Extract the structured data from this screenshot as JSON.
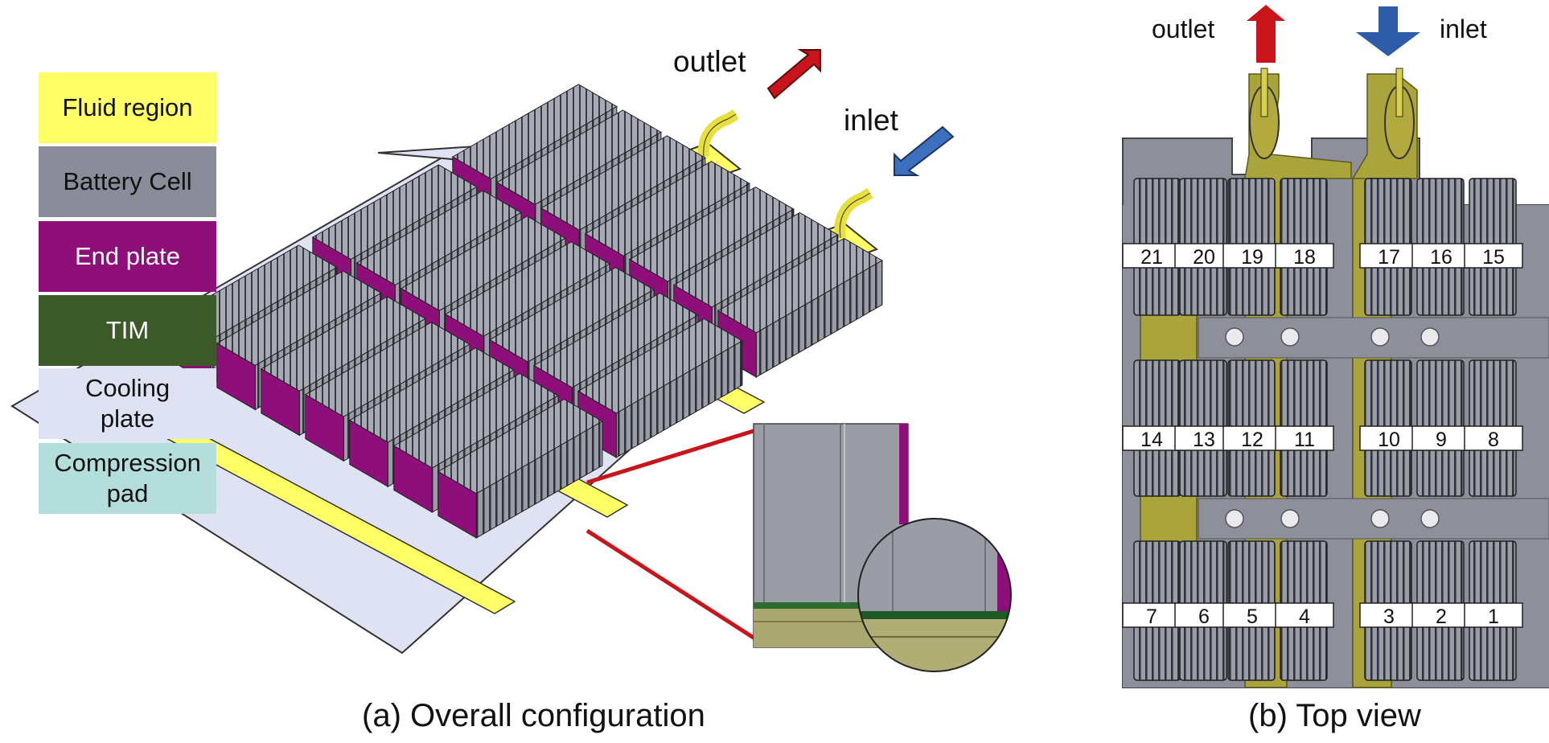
{
  "legend": [
    {
      "label": "Fluid region",
      "color": "#ffff66",
      "text_color": "#111111"
    },
    {
      "label": "Battery Cell",
      "color": "#8a8c99",
      "text_color": "#111111"
    },
    {
      "label": "End plate",
      "color": "#8e0e7a",
      "text_color": "#ffffff"
    },
    {
      "label": "TIM",
      "color": "#3c5a28",
      "text_color": "#ffffff"
    },
    {
      "label": "Cooling\nplate",
      "color": "#dfe2f3",
      "text_color": "#111111"
    },
    {
      "label": "Compression\npad",
      "color": "#b4dedb",
      "text_color": "#111111"
    }
  ],
  "overall": {
    "outlet_label": "outlet",
    "inlet_label": "inlet",
    "caption": "(a) Overall configuration"
  },
  "top_view": {
    "outlet_label": "outlet",
    "inlet_label": "inlet",
    "caption": "(b) Top view",
    "rows": [
      [
        "21",
        "20",
        "19",
        "18",
        "17",
        "16",
        "15"
      ],
      [
        "14",
        "13",
        "12",
        "11",
        "10",
        "9",
        "8"
      ],
      [
        "7",
        "6",
        "5",
        "4",
        "3",
        "2",
        "1"
      ]
    ]
  },
  "colors": {
    "outlet_arrow": "#c8141a",
    "inlet_arrow": "#2f5ca8",
    "plate_gray": "#8d8f9a",
    "channel": "#a9a43c",
    "red_line": "#c8141a"
  }
}
